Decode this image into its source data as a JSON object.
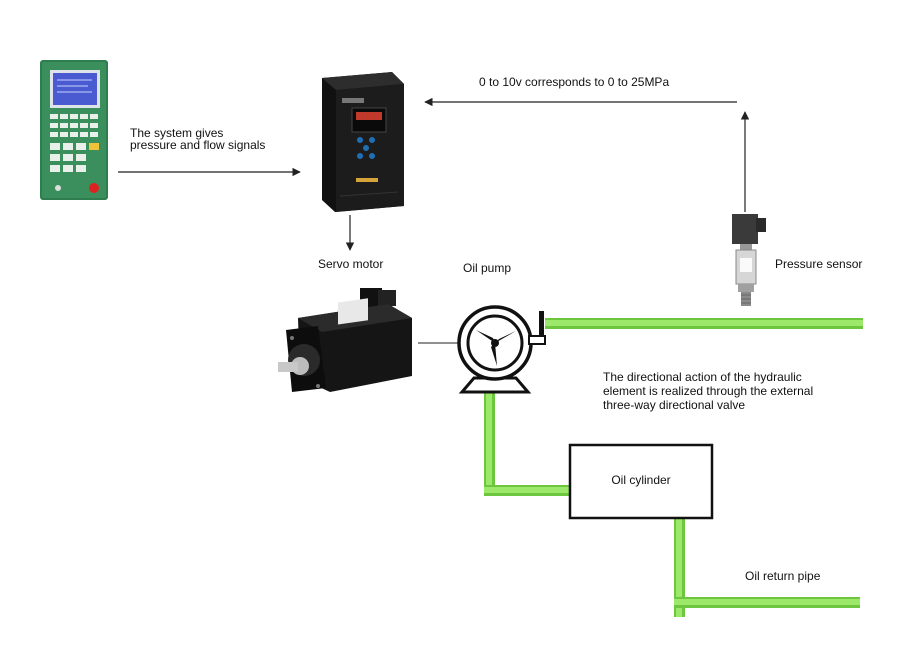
{
  "labels": {
    "system_signals_line1": "The system gives",
    "system_signals_line2": "pressure and flow signals",
    "feedback_note": "0 to 10v corresponds to 0 to 25MPa",
    "servo_motor": "Servo motor",
    "oil_pump": "Oil pump",
    "pressure_sensor": "Pressure sensor",
    "directional_note_line1": "The directional action of the hydraulic",
    "directional_note_line2": "element is realized through the external",
    "directional_note_line3": "three-way directional valve",
    "oil_cylinder": "Oil cylinder",
    "oil_return_pipe": "Oil return pipe"
  },
  "colors": {
    "pipe": "#8ee05a",
    "pipe_edge": "#6cc63e",
    "line": "#222222",
    "controller_body": "#2e7d4f",
    "controller_screen": "#4a5bd1",
    "drive_body": "#1c1c1c",
    "motor_body": "#1a1a1a"
  },
  "icons": {
    "controller": "injection-machine-controller-icon",
    "drive": "servo-drive-icon",
    "motor": "servo-motor-icon",
    "pump": "oil-pump-icon",
    "sensor": "pressure-sensor-icon"
  }
}
